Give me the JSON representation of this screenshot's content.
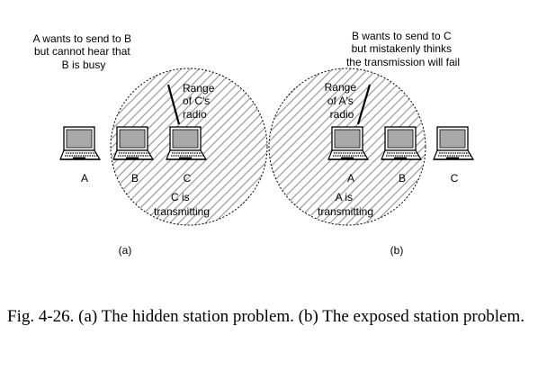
{
  "panel_a": {
    "note_lines": [
      "A wants to send to B",
      "but cannot hear that",
      "B is busy"
    ],
    "range_lines": [
      "Range",
      "of C's",
      "radio"
    ],
    "station_labels": [
      "A",
      "B",
      "C"
    ],
    "status_lines": [
      "C is",
      "transmitting"
    ],
    "tag": "(a)"
  },
  "panel_b": {
    "note_lines": [
      "B wants to send to C",
      "but mistakenly thinks",
      "the transmission will fail"
    ],
    "range_lines": [
      "Range",
      "of A's",
      "radio"
    ],
    "station_labels": [
      "A",
      "B",
      "C"
    ],
    "status_lines": [
      "A is",
      "transmitting"
    ],
    "tag": "(b)"
  },
  "caption": "Fig. 4-26. (a) The hidden station problem. (b) The exposed station problem.",
  "colors": {
    "hatch": "#9a9a9a",
    "screen": "#a9a9a9",
    "ink": "#000000"
  }
}
